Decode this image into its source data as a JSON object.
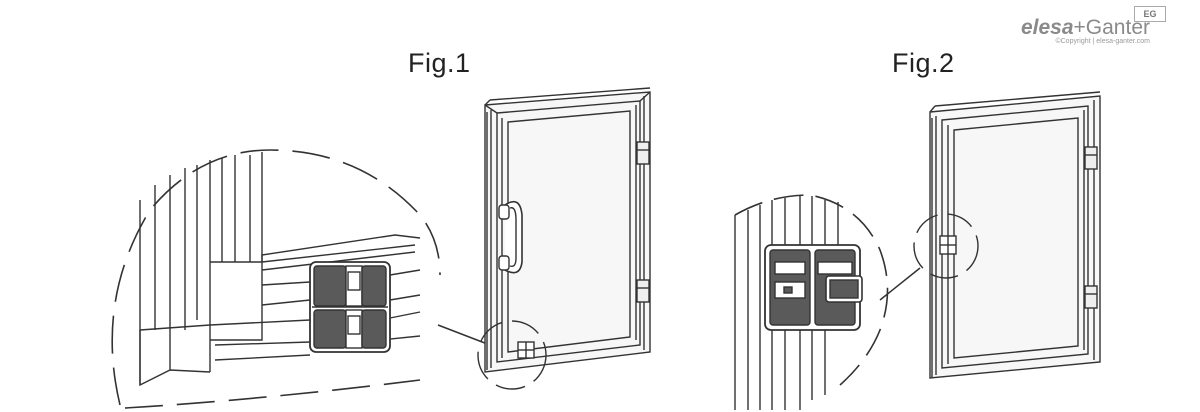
{
  "figures": {
    "fig1_label": "Fig.1",
    "fig2_label": "Fig.2"
  },
  "brand": {
    "name_part1": "elesa",
    "name_part2": "+Ganter",
    "copyright": "©Copyright | elesa-ganter.com",
    "mark": "EG"
  },
  "colors": {
    "line": "#333333",
    "frame_fill": "#f4f4f4",
    "latch_fill": "#555555"
  }
}
